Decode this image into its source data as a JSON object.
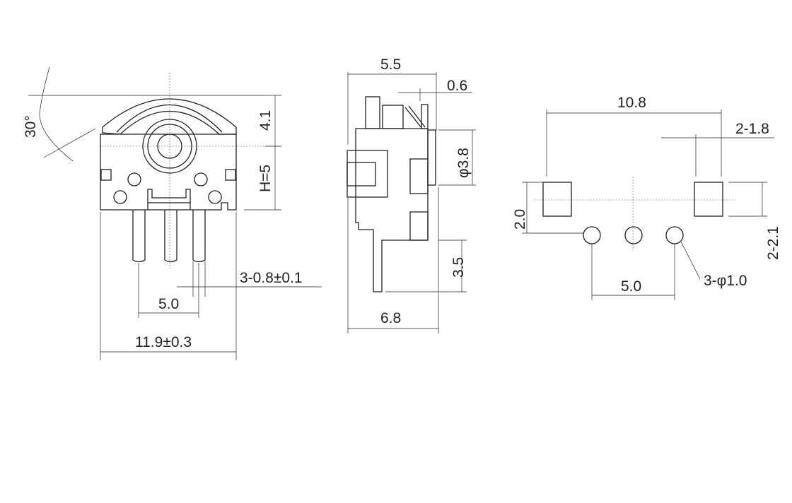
{
  "front_view": {
    "angle": "30°",
    "height_top": "4.1",
    "height_h": "H=5",
    "pin_size": "3-0.8±0.1",
    "pin_pitch": "5.0",
    "width": "11.9±0.3"
  },
  "side_view": {
    "depth_top": "5.5",
    "offset": "0.6",
    "shaft_diameter": "φ3.8",
    "pin_length": "3.5",
    "depth_bottom": "6.8"
  },
  "footprint": {
    "pad_span": "10.8",
    "pad_width": "2-1.8",
    "pad_height": "2.0",
    "pad_offset": "2-2.1",
    "hole_pitch": "5.0",
    "hole_diameter": "3-φ1.0"
  }
}
